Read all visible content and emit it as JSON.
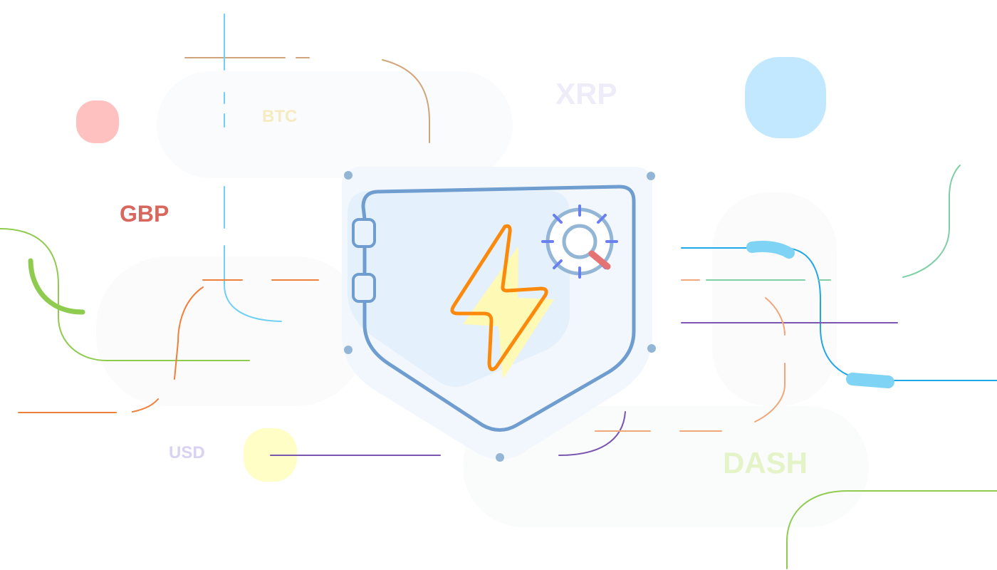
{
  "currency_labels": {
    "btc": "BTC",
    "xrp": "XRP",
    "gbp": "GBP",
    "usd": "USD",
    "dash": "DASH"
  },
  "icons": {
    "main": "shield-icon",
    "symbol": "lightning-bolt-icon",
    "accessory": "magnifier-gear-icon",
    "hinge": "hinge-icon"
  },
  "colors": {
    "shield_stroke": "#6f9dcf",
    "shield_fill": "#e9f3fd",
    "bolt_stroke": "#fb8a0c",
    "bolt_shadow": "#fff9b6",
    "gear_stroke": "#6a7ff0",
    "magnifier_handle": "#e57373",
    "blob_red": "#ffc0c0",
    "blob_blue": "#c2e8ff",
    "blob_yellow": "#fefec6",
    "line_blue": "#22a7e6",
    "line_green": "#8fcb4f",
    "line_orange": "#f07f3b",
    "line_purple": "#7a56b0",
    "line_tan": "#d1a57b"
  }
}
